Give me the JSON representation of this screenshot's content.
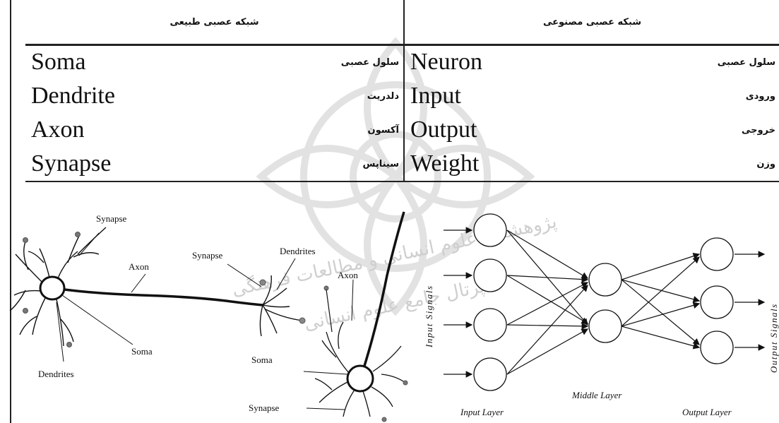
{
  "table": {
    "header_natural": "شبکه عصبی طبیعی",
    "header_artificial": "شبکه عصبی مصنوعی",
    "rows": [
      {
        "bio_en": "Soma",
        "bio_fa": "سلول عصبی",
        "ann_en": "Neuron",
        "ann_fa": "سلول عصبی"
      },
      {
        "bio_en": "Dendrite",
        "bio_fa": "دلدریت",
        "ann_en": "Input",
        "ann_fa": "ورودی"
      },
      {
        "bio_en": "Axon",
        "bio_fa": "آکسون",
        "ann_en": "Output",
        "ann_fa": "خروجی"
      },
      {
        "bio_en": "Synapse",
        "bio_fa": "سیناپس",
        "ann_en": "Weight",
        "ann_fa": "وزن"
      }
    ]
  },
  "bio_diagram": {
    "labels": {
      "synapse_top": "Synapse",
      "axon_left": "Axon",
      "soma_left": "Soma",
      "dendrites_left": "Dendrites",
      "synapse_mid": "Synapse",
      "dendrites_right": "Dendrites",
      "axon_right": "Axon",
      "soma_right": "Soma",
      "synapse_bottom": "Synapse"
    }
  },
  "nn_diagram": {
    "input_signals": "Input Signals",
    "output_signals": "Output Signals",
    "input_layer": "Input Layer",
    "middle_layer": "Middle Layer",
    "output_layer": "Output Layer",
    "layers": [
      4,
      2,
      3
    ]
  },
  "watermark": {
    "line1": "پژوهشگاه علوم انسانی و مطالعات فرهنگی",
    "line2": "پرتال جامع علوم انسانی"
  },
  "colors": {
    "ink": "#111111",
    "watermark": "#cfcfcf"
  }
}
